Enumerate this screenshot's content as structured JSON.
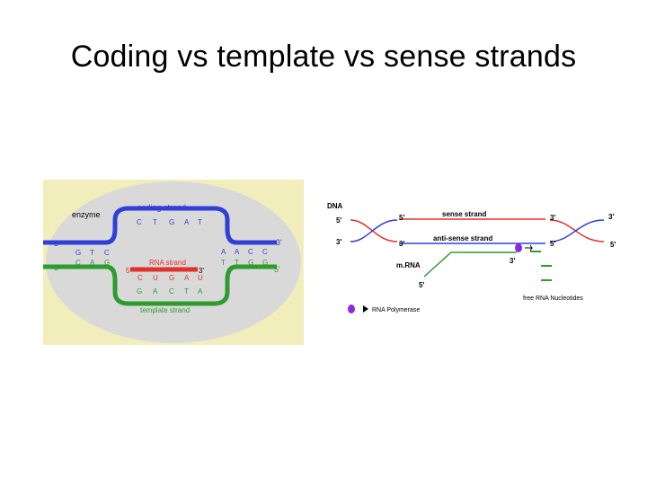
{
  "slide": {
    "title": "Coding vs template vs sense strands"
  },
  "left_diagram": {
    "enzyme_label": "enzyme",
    "coding_strand_label": "coding strand",
    "rna_strand_label": "RNA strand",
    "template_strand_label": "template strand",
    "end_5_top_left": "5'",
    "end_3_top_right": "3'",
    "end_3_bottom_left": "3'",
    "end_5_bottom_right": "5'",
    "rna_5": "5'",
    "rna_3": "3'",
    "coding_bubble_bases": [
      "C",
      "T",
      "G",
      "A",
      "T"
    ],
    "coding_left_bases": [
      "G",
      "T",
      "C"
    ],
    "coding_right_bases": [
      "A",
      "A",
      "C",
      "C"
    ],
    "template_left_bases": [
      "C",
      "A",
      "G"
    ],
    "template_right_bases": [
      "T",
      "T",
      "G",
      "G"
    ],
    "template_bubble_bases": [
      "G",
      "A",
      "C",
      "T",
      "A"
    ],
    "rna_bases": [
      "C",
      "U",
      "G",
      "A",
      "U"
    ],
    "colors": {
      "background": "#d9d9d9",
      "frame": "#f2eebb",
      "coding": "#2f3fd8",
      "template": "#2e9b2e",
      "rna": "#e0312a"
    }
  },
  "right_diagram": {
    "dna_label": "DNA",
    "sense_label": "sense strand",
    "antisense_label": "anti-sense strand",
    "mrna_label": "m.RNA",
    "free_nucleotides_label": "free RNA Nucleotides",
    "polymerase_label": "RNA Polymerase",
    "ends": {
      "left_top": "5'",
      "left_bottom": "3'",
      "sense_start": "5'",
      "sense_end": "3'",
      "antisense_start": "3'",
      "antisense_end": "5'",
      "right_top": "3'",
      "right_bottom": "5'",
      "mrna_3": "3'",
      "mrna_5": "5'"
    },
    "colors": {
      "sense": "#e0312a",
      "antisense": "#2f3fd8",
      "mrna": "#2e9b2e",
      "polymerase": "#8a2be2"
    }
  }
}
